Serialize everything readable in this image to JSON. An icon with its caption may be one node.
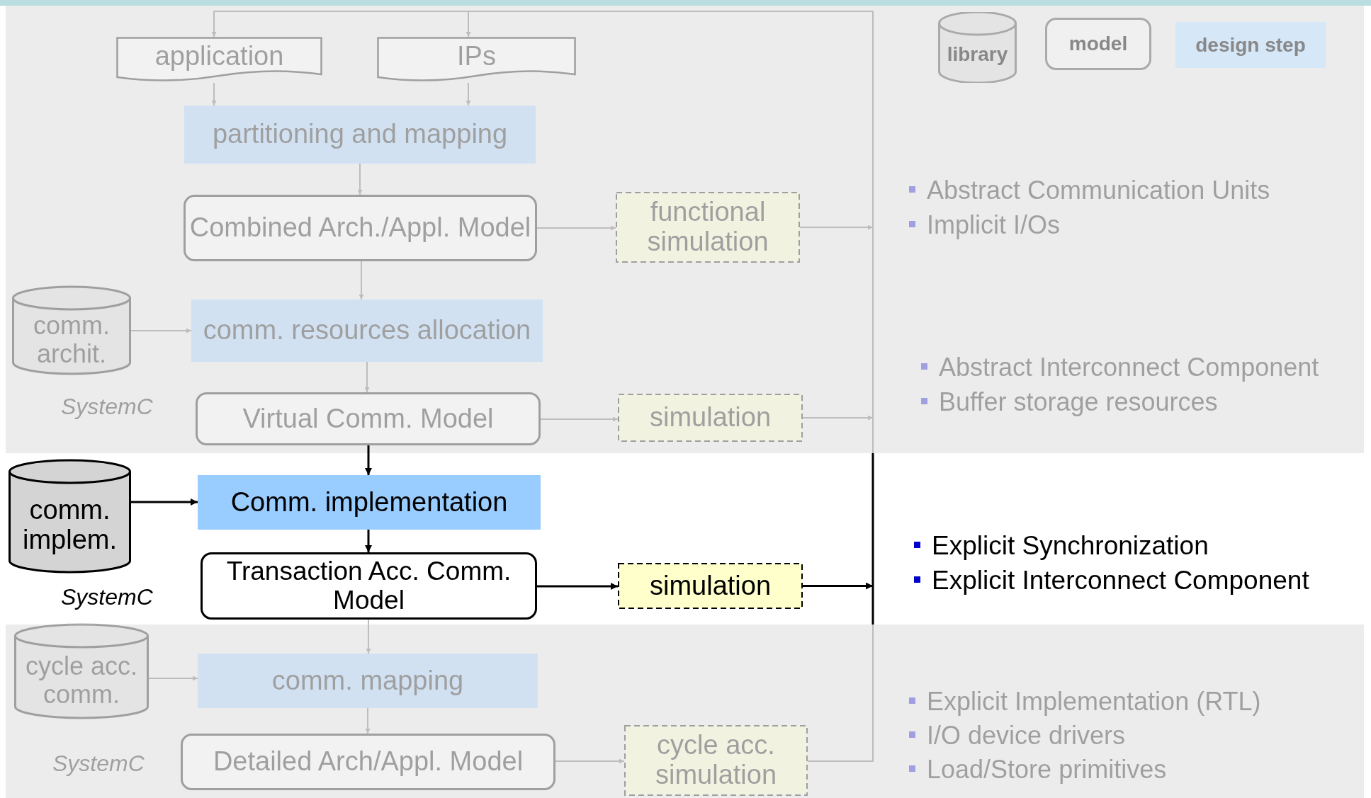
{
  "diagram": {
    "nodes": [
      {
        "text": [
          "application"
        ]
      },
      {
        "text": [
          "IPs"
        ]
      },
      {
        "text": [
          "partitioning and mapping"
        ]
      },
      {
        "text": [
          "Combined Arch./Appl. Model"
        ]
      },
      {
        "text": [
          "functional simulation"
        ]
      },
      {
        "text": [
          "comm. archit."
        ]
      },
      {
        "text": [
          "comm. resources allocation"
        ]
      },
      {
        "text": [
          "Virtual Comm. Model"
        ]
      },
      {
        "text": [
          "simulation"
        ]
      },
      {
        "text": [
          "comm. implem."
        ]
      },
      {
        "text": [
          "Comm. implementation"
        ]
      },
      {
        "text": [
          "Transaction Acc. Comm. Model"
        ]
      },
      {
        "text": [
          "simulation"
        ]
      },
      {
        "text": [
          "cycle acc. comm."
        ]
      },
      {
        "text": [
          "comm. mapping"
        ]
      },
      {
        "text": [
          "Detailed Arch/Appl. Model"
        ]
      },
      {
        "text": [
          "cycle acc. simulation"
        ]
      }
    ],
    "edges": [
      {
        "from": 0,
        "to": 2,
        "arrow": "to"
      },
      {
        "from": 1,
        "to": 2,
        "arrow": "to"
      },
      {
        "from": 2,
        "to": 3,
        "arrow": "to"
      },
      {
        "from": 3,
        "to": 4,
        "arrow": "to"
      },
      {
        "from": 5,
        "to": 6,
        "arrow": "to"
      },
      {
        "from": 3,
        "to": 6,
        "arrow": "to"
      },
      {
        "from": 6,
        "to": 7,
        "arrow": "to"
      },
      {
        "from": 7,
        "to": 8,
        "arrow": "to"
      },
      {
        "from": 7,
        "to": 10,
        "arrow": "to",
        "color": "#000000"
      },
      {
        "from": 9,
        "to": 10,
        "arrow": "to",
        "color": "#000000"
      },
      {
        "from": 10,
        "to": 11,
        "arrow": "to",
        "color": "#000000"
      },
      {
        "from": 11,
        "to": 12,
        "arrow": "to",
        "color": "#000000"
      },
      {
        "from": 11,
        "to": 14,
        "arrow": "to"
      },
      {
        "from": 13,
        "to": 14,
        "arrow": "to"
      },
      {
        "from": 14,
        "to": 15,
        "arrow": "to"
      },
      {
        "from": 15,
        "to": 16,
        "arrow": "to"
      },
      {
        "from": 4,
        "to": 0,
        "arrow": "to"
      },
      {
        "from": 4,
        "to": 1,
        "arrow": "to"
      },
      {
        "from": 8,
        "to": 0,
        "arrow": "to"
      },
      {
        "from": 8,
        "to": 1,
        "arrow": "to"
      },
      {
        "from": 12,
        "to": 0,
        "arrow": "to"
      },
      {
        "from": 12,
        "to": 1,
        "arrow": "to"
      },
      {
        "from": 16,
        "to": 0,
        "arrow": "to"
      },
      {
        "from": 16,
        "to": 1,
        "arrow": "to"
      }
    ],
    "labels": [
      "Abstract Communication Units",
      "Implicit I/Os",
      "SystemC",
      "Abstract Interconnect Component",
      "Buffer storage resources",
      "SystemC",
      "Explicit Synchronization",
      "Explicit Interconnect Component",
      "Explicit Implementation (RTL)",
      "I/O device drivers",
      "SystemC",
      "Load/Store primitives"
    ],
    "legend": [
      {
        "text": "library"
      },
      {
        "text": "model"
      },
      {
        "text": "design step",
        "color": "#d6e7f8"
      }
    ]
  }
}
